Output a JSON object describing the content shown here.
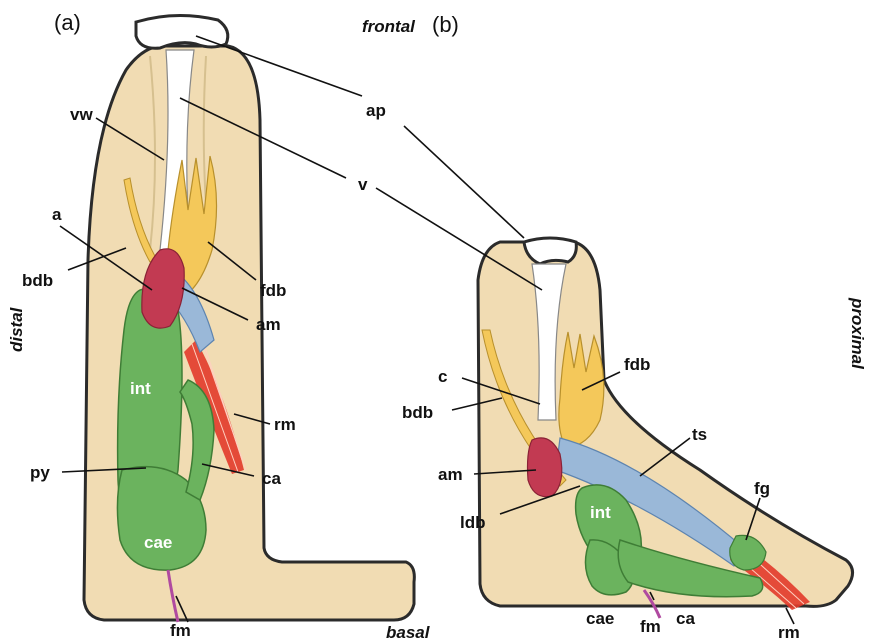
{
  "panels": {
    "a": "(a)",
    "b": "(b)"
  },
  "orientation": {
    "frontal": "frontal",
    "distal": "distal",
    "basal": "basal",
    "proximal": "proximal"
  },
  "labels": {
    "ap": "ap",
    "v": "v",
    "vw": "vw",
    "a": "a",
    "bdb": "bdb",
    "fdb": "fdb",
    "am": "am",
    "int": "int",
    "rm": "rm",
    "py": "py",
    "ca": "ca",
    "cae": "cae",
    "fm": "fm",
    "c": "c",
    "ts": "ts",
    "ldb": "ldb",
    "fg": "fg"
  },
  "colors": {
    "body_fill": "#f1dcb3",
    "body_stroke": "#2b2b2b",
    "vestibule": "#ffffff",
    "frontal_disc": "#f4c85a",
    "adductor": "#c23a52",
    "tendon_blue": "#9ab8d8",
    "retractor_red": "#e23a2a",
    "intestine_green": "#6bb35e",
    "funiculus_magenta": "#b04aa0"
  }
}
